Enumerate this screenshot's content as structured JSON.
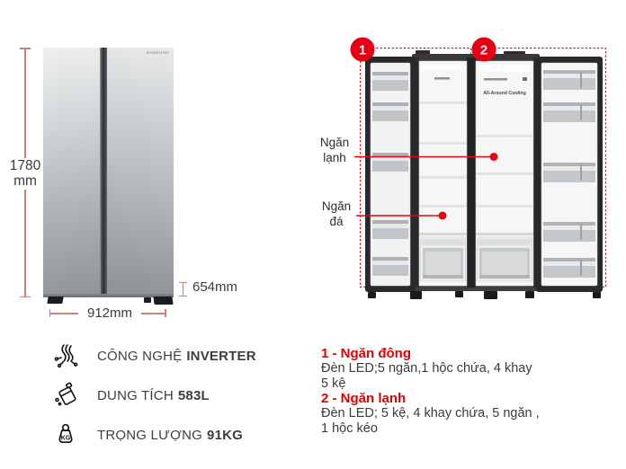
{
  "front_view": {
    "height_value": "1780",
    "height_unit": "mm",
    "depth_label": "654mm",
    "width_label": "912mm",
    "brand": "SAMSUNG"
  },
  "open_view": {
    "callouts": [
      "1",
      "2"
    ],
    "compartment_label_1": {
      "line1": "Ngăn",
      "line2": "lạnh"
    },
    "compartment_label_2": {
      "line1": "Ngăn",
      "line2": "đá"
    },
    "interior_badge": "All-Around Cooling"
  },
  "specs": [
    {
      "icon": "inverter-icon",
      "label": "CÔNG NGHỆ",
      "value": "INVERTER"
    },
    {
      "icon": "capacity-icon",
      "label": "DUNG TÍCH",
      "value": "583L"
    },
    {
      "icon": "weight-icon",
      "label": "TRỌNG LƯỢNG",
      "value": "91KG",
      "icon_text": "KG"
    }
  ],
  "descriptions": [
    {
      "heading": "1 - Ngăn đông",
      "lines": [
        "Đèn LED;5 ngăn,1 hộc chứa, 4 khay",
        "5 kệ"
      ]
    },
    {
      "heading": "2 - Ngăn lạnh",
      "lines": [
        "Đèn LED; 5 kệ, 4 khay chứa, 5 ngăn ,",
        "1 hộc kéo"
      ]
    }
  ],
  "colors": {
    "accent_red": "#e30613",
    "heading_red": "#e30000",
    "dimension_line": "#cf7f78",
    "text": "#3b3b3c"
  }
}
